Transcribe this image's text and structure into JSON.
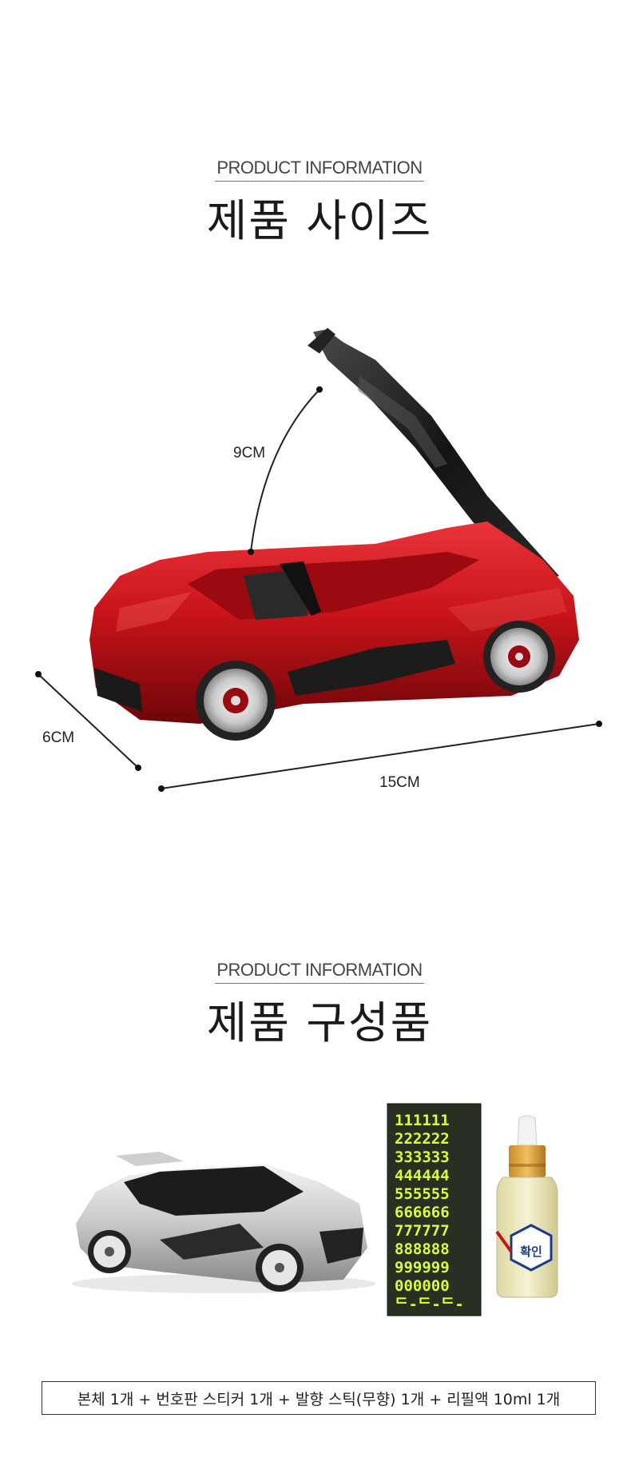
{
  "sections": [
    {
      "eyebrow": "PRODUCT INFORMATION",
      "title": "제품 사이즈"
    },
    {
      "eyebrow": "PRODUCT INFORMATION",
      "title": "제품 구성품"
    }
  ],
  "dimensions": {
    "height": "9CM",
    "depth": "6CM",
    "length": "15CM"
  },
  "sticker_rows": [
    "111111",
    "222222",
    "333333",
    "444444",
    "555555",
    "666666",
    "777777",
    "888888",
    "999999",
    "000000",
    "ᄃ-ᄃ-ᄃ-"
  ],
  "bottle_label": "확인",
  "components_caption": "본체 1개 + 번호판 스티커 1개 + 발향 스틱(무향)  1개 + 리필액 10ml 1개",
  "colors": {
    "car_red": "#c8141a",
    "car_black": "#1a1a1a",
    "sticker_text": "#d9ff3a",
    "sticker_bg": "#2a2f24"
  }
}
